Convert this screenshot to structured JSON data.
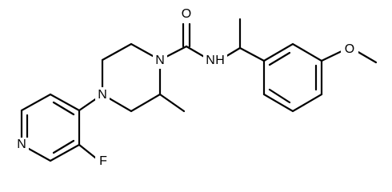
{
  "structure": {
    "atoms": {
      "amide_oxygen": "O",
      "amide_nitrogen": "N",
      "amide_nitrogen_h": "H",
      "piperazine_n1": "N",
      "piperazine_n4": "N",
      "pyridine_nitrogen": "N",
      "fluorine": "F",
      "methoxy_oxygen": "O"
    }
  }
}
